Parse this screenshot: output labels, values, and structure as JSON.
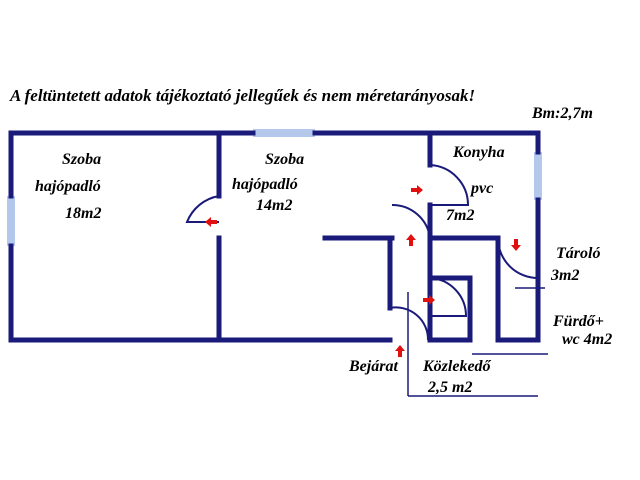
{
  "disclaimer": "A feltüntetett adatok tájékoztató jellegűek és nem méretarányosak!",
  "ceiling_height": "Bm:2,7m",
  "colors": {
    "wall": "#1a1a7a",
    "window": "#b4c8ec",
    "arrow": "#e01010",
    "leader": "#1a1a7a"
  },
  "rooms": [
    {
      "id": "szoba1",
      "name": "Szoba",
      "floor": "hajópadló",
      "area": "18m2"
    },
    {
      "id": "szoba2",
      "name": "Szoba",
      "floor": "hajópadló",
      "area": "14m2"
    },
    {
      "id": "konyha",
      "name": "Konyha",
      "floor": "pvc",
      "area": "7m2"
    },
    {
      "id": "tarolo",
      "name": "Tároló",
      "area": "3m2"
    },
    {
      "id": "furdo",
      "name": "Fürdő+",
      "area": "wc 4m2"
    },
    {
      "id": "kozlekedo",
      "name": "Közlekedő",
      "area": "2,5 m2"
    }
  ],
  "entrance": "Bejárat",
  "arrow_icons": [
    "arrow-left-icon",
    "arrow-right-icon",
    "arrow-up-icon",
    "arrow-down-icon"
  ]
}
